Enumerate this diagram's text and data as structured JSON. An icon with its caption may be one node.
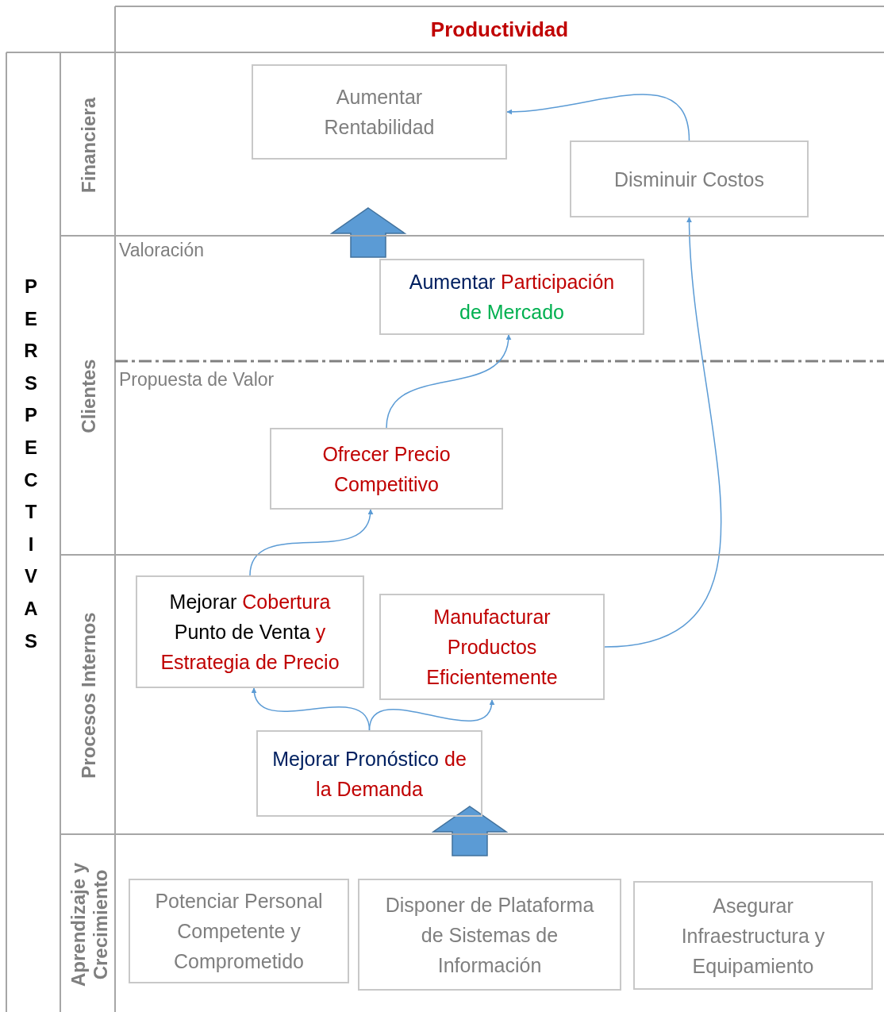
{
  "diagram": {
    "title": "Productividad",
    "nodes": [
      {
        "text": [
          "PERSPECTIVAS"
        ]
      },
      {
        "text": [
          "Financiera"
        ]
      },
      {
        "text": [
          "Aumentar Rentabilidad"
        ],
        "in": 1
      },
      {
        "text": [
          "Disminuir Costos"
        ],
        "in": 1
      },
      {
        "text": [
          "Clientes"
        ]
      },
      {
        "text": [
          "Aumentar Participación de Mercado"
        ],
        "in": 4
      },
      {
        "text": [
          "Ofrecer Precio Competitivo"
        ],
        "in": 4
      },
      {
        "text": [
          "Procesos Internos"
        ]
      },
      {
        "text": [
          "Mejorar Cobertura Punto de Venta y Estrategia de Precio"
        ],
        "in": 7
      },
      {
        "text": [
          "Manufacturar Productos Eficientemente"
        ],
        "in": 7
      },
      {
        "text": [
          "Mejorar Pronóstico de la Demanda"
        ],
        "in": 7
      },
      {
        "text": [
          "Aprendizaje y Crecimiento"
        ]
      },
      {
        "text": [
          "Potenciar Personal Competente y Comprometido"
        ],
        "in": 11
      },
      {
        "text": [
          "Disponer de Plataforma de Sistemas de Información"
        ],
        "in": 11
      },
      {
        "text": [
          "Asegurar Infraestructura y Equipamiento"
        ],
        "in": 11
      }
    ],
    "edges": [
      {
        "from": 3,
        "to": 2,
        "arrow": "to"
      },
      {
        "from": 9,
        "to": 3,
        "arrow": "to"
      },
      {
        "from": 6,
        "to": 5,
        "arrow": "to"
      },
      {
        "from": 8,
        "to": 6,
        "arrow": "to"
      },
      {
        "from": 10,
        "to": 8,
        "arrow": "to"
      },
      {
        "from": 10,
        "to": 9,
        "arrow": "to"
      },
      {
        "from": 4,
        "to": 1,
        "arrow": "to",
        "style": "thick"
      },
      {
        "from": 11,
        "to": 7,
        "arrow": "to",
        "style": "thick"
      }
    ],
    "labels": [
      "Valoración",
      "Propuesta de Valor"
    ]
  }
}
